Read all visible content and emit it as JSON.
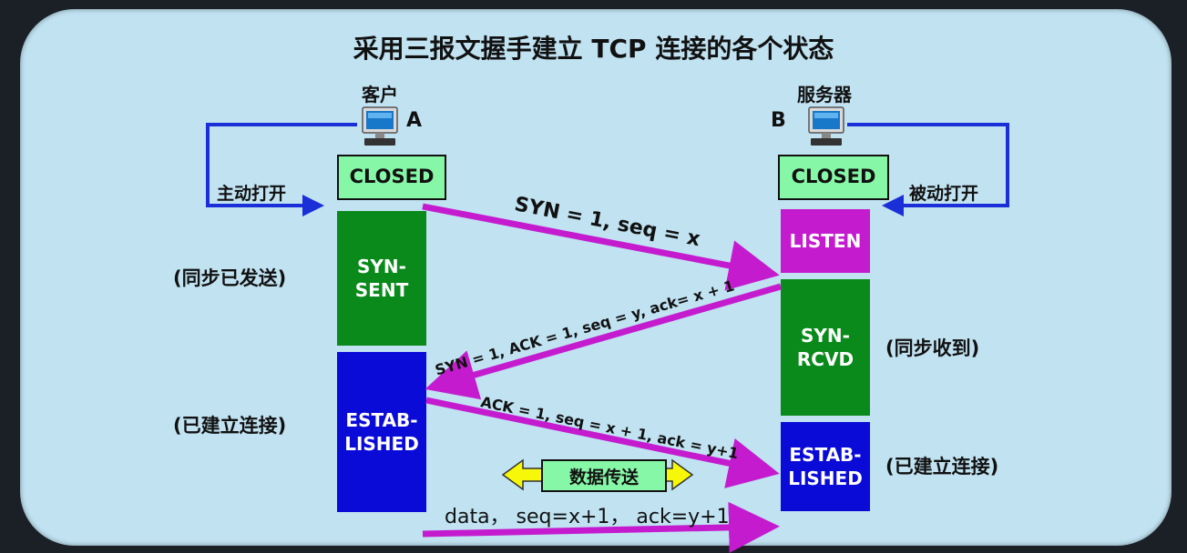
{
  "title": "采用三报文握手建立 TCP 连接的各个状态",
  "client": {
    "name": "客户",
    "letter": "A",
    "action": "主动打开",
    "states": {
      "closed": "CLOSED",
      "syn_sent": "SYN-\nSENT",
      "established": "ESTAB-\nLISHED"
    },
    "notes": {
      "syn_sent": "(同步已发送)",
      "established": "(已建立连接)"
    }
  },
  "server": {
    "name": "服务器",
    "letter": "B",
    "action": "被动打开",
    "states": {
      "closed": "CLOSED",
      "listen": "LISTEN",
      "syn_rcvd": "SYN-\nRCVD",
      "established": "ESTAB-\nLISHED"
    },
    "notes": {
      "syn_rcvd": "(同步收到)",
      "established": "(已建立连接)"
    }
  },
  "messages": {
    "m1": "SYN = 1, seq = x",
    "m2": "SYN = 1, ACK = 1, seq = y, ack= x + 1",
    "m3": "ACK = 1, seq = x + 1, ack = y+1",
    "data": "data， seq=x+1， ack=y+1"
  },
  "transfer_label": "数据传送",
  "colors": {
    "panel": "#c0e2f1",
    "closed": "#86f7a6",
    "green": "#0a8a1a",
    "blue": "#0b0bd8",
    "magenta": "#c51bcf",
    "arrow": "#c51bcf",
    "loop": "#1a2fd8",
    "transfer_arrow": "#f7f70a"
  }
}
